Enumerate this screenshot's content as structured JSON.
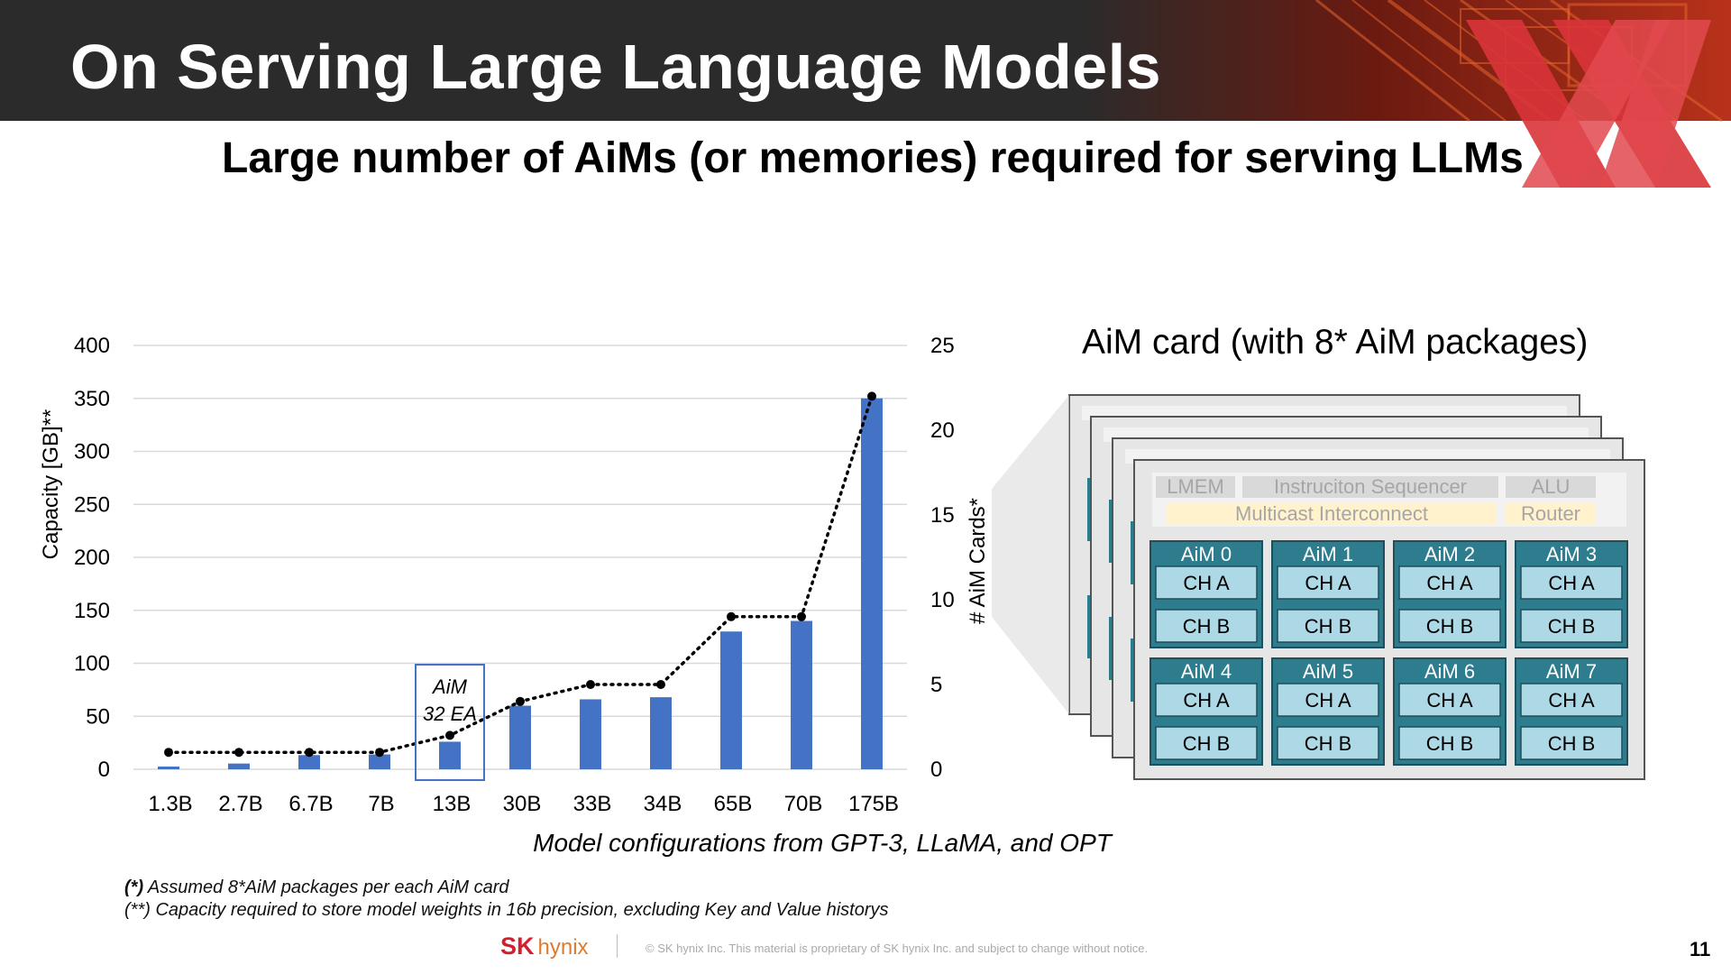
{
  "slide": {
    "title": "On Serving Large Language Models",
    "subtitle": "Large number of AiMs (or memories) required for serving LLMs",
    "page_number": "11"
  },
  "chart_data": {
    "type": "bar",
    "title": "",
    "categories": [
      "1.3B",
      "2.7B",
      "6.7B",
      "7B",
      "13B",
      "30B",
      "33B",
      "34B",
      "65B",
      "70B",
      "175B"
    ],
    "xlabel": "Model configurations from GPT-3, LLaMA, and OPT",
    "ylabel": "Capacity [GB]**",
    "y2label": "# AiM Cards*",
    "ylim": [
      0,
      400
    ],
    "yticks": [
      0,
      50,
      100,
      150,
      200,
      250,
      300,
      350,
      400
    ],
    "y2lim": [
      0,
      25
    ],
    "y2ticks": [
      0,
      5,
      10,
      15,
      20,
      25
    ],
    "grid": true,
    "series": [
      {
        "type": "bar",
        "axis": "left",
        "color": "#4472c4",
        "values": [
          2.6,
          5.4,
          13.4,
          14,
          26,
          60,
          66,
          68,
          130,
          140,
          350
        ]
      },
      {
        "type": "line",
        "axis": "right",
        "style": "dotted",
        "color": "#000000",
        "values": [
          1,
          1,
          1,
          1,
          2,
          4,
          5,
          5,
          9,
          9,
          22
        ]
      }
    ],
    "annotation": {
      "category": "13B",
      "lines": [
        "AiM",
        "32 EA"
      ],
      "box_color": "#4472c4"
    }
  },
  "aim_card": {
    "title": "AiM card (with  8* AiM packages)",
    "lmem": "LMEM",
    "sequencer": "Instruciton Sequencer",
    "alu": "ALU",
    "interconnect": "Multicast Interconnect",
    "router": "Router",
    "packages": [
      "AiM 0",
      "AiM 1",
      "AiM 2",
      "AiM 3",
      "AiM 4",
      "AiM 5",
      "AiM 6",
      "AiM 7"
    ],
    "channels": [
      "CH A",
      "CH B"
    ],
    "colors": {
      "package": "#2e7d8f",
      "channel": "#add8e6",
      "interconnect": "#fff2cc",
      "block": "#d9d9d9"
    }
  },
  "footnotes": {
    "note1_mark": "(*)",
    "note1_text": " Assumed 8*AiM packages per each AiM card",
    "note2_text": "(**) Capacity required to store model weights in 16b precision, excluding Key and Value historys"
  },
  "footer": {
    "brand_sk": "SK",
    "brand_hynix": "hynix",
    "copyright": "© SK hynix Inc. This material is proprietary of SK hynix Inc. and subject to change without notice."
  },
  "colors": {
    "header_bg": "#2b2b2b",
    "accent_red": "#d9343a",
    "bar_blue": "#4472c4"
  }
}
